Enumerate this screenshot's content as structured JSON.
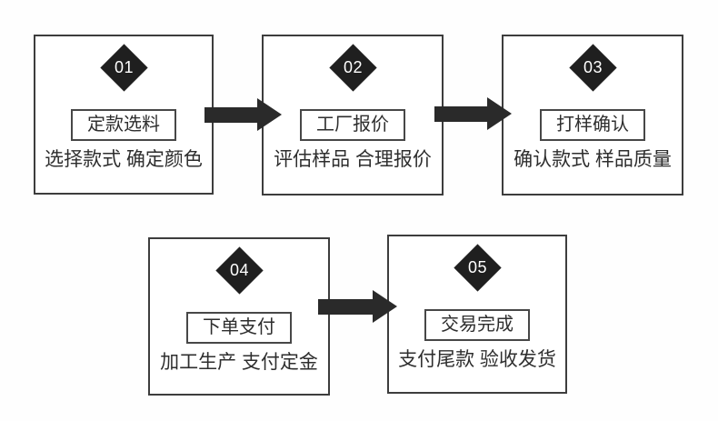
{
  "diagram": {
    "type": "process-flow",
    "step_count": 5,
    "colors": {
      "background": "#fefefe",
      "box_border": "#3d3d3d",
      "title_border": "#474747",
      "diamond_fill": "#1f1f1f",
      "diamond_text": "#ffffff",
      "arrow": "#2a2a2a",
      "text": "#2e2e2e"
    },
    "icons": {
      "step_badge": "diamond-shape",
      "connector": "arrow-right"
    }
  },
  "steps": [
    {
      "number": "01",
      "title": "定款选料",
      "subtitle": "选择款式 确定颜色"
    },
    {
      "number": "02",
      "title": "工厂报价",
      "subtitle": "评估样品 合理报价"
    },
    {
      "number": "03",
      "title": "打样确认",
      "subtitle": "确认款式 样品质量"
    },
    {
      "number": "04",
      "title": "下单支付",
      "subtitle": "加工生产 支付定金"
    },
    {
      "number": "05",
      "title": "交易完成",
      "subtitle": "支付尾款 验收发货"
    }
  ]
}
